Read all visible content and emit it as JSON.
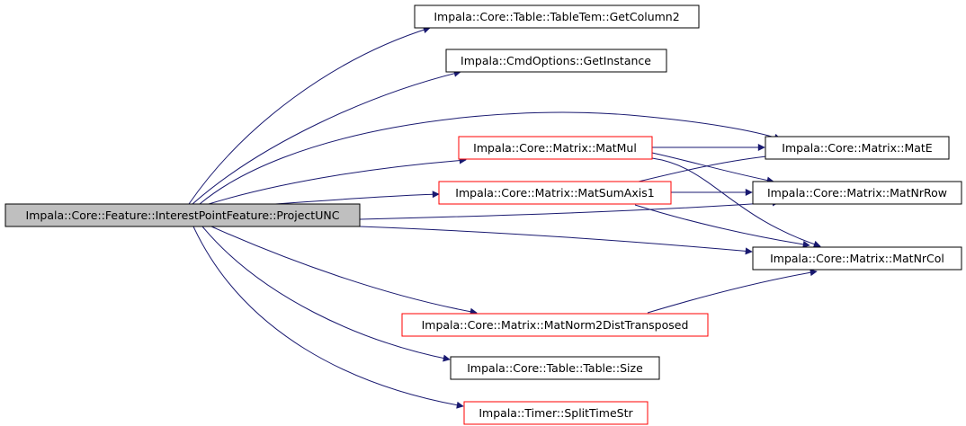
{
  "colors": {
    "edge": "#191970",
    "root_fill": "#bfbfbf",
    "root_border": "#000000",
    "node_border": "#000000",
    "truncated_border": "#ff0000"
  },
  "nodes": {
    "root": {
      "label": "Impala::Core::Feature::InterestPointFeature::ProjectUNC"
    },
    "getColumn2": {
      "label": "Impala::Core::Table::TableTem::GetColumn2"
    },
    "getInstance": {
      "label": "Impala::CmdOptions::GetInstance"
    },
    "matMul": {
      "label": "Impala::Core::Matrix::MatMul"
    },
    "matE": {
      "label": "Impala::Core::Matrix::MatE"
    },
    "matSumAxis1": {
      "label": "Impala::Core::Matrix::MatSumAxis1"
    },
    "matNrRow": {
      "label": "Impala::Core::Matrix::MatNrRow"
    },
    "matNrCol": {
      "label": "Impala::Core::Matrix::MatNrCol"
    },
    "matNorm2": {
      "label": "Impala::Core::Matrix::MatNorm2DistTransposed"
    },
    "tableSize": {
      "label": "Impala::Core::Table::Table::Size"
    },
    "splitTime": {
      "label": "Impala::Timer::SplitTimeStr"
    }
  }
}
